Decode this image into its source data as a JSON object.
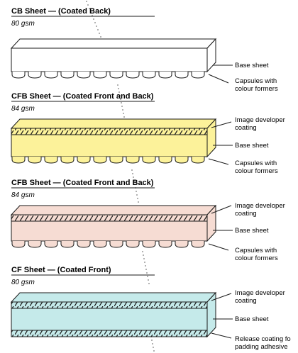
{
  "colors": {
    "cb_fill": "#ffffff",
    "cfb1_fill": "#fcf29a",
    "cfb2_fill": "#f6dcd3",
    "cf_fill": "#c5eaea",
    "outline": "#1a1a1a",
    "dots": "#9a9a9a"
  },
  "sheets": [
    {
      "title": "CB Sheet — (Coated Back)",
      "weight": "80 gsm",
      "labels": [
        "Base sheet",
        "Capsules with",
        "colour formers"
      ]
    },
    {
      "title": "CFB Sheet — (Coated Front and Back)",
      "weight": "84 gsm",
      "labels": [
        "Image developer",
        "coating",
        "Base sheet",
        "Capsules with",
        "colour formers"
      ]
    },
    {
      "title": "CFB Sheet — (Coated Front and Back)",
      "weight": "84 gsm",
      "labels": [
        "Image developer",
        "coating",
        "Base sheet",
        "Capsules with",
        "colour formers"
      ]
    },
    {
      "title": "CF Sheet — (Coated Front)",
      "weight": "80 gsm",
      "labels": [
        "Image developer",
        "coating",
        "Base sheet",
        "Release coating fo",
        "padding adhesive"
      ]
    }
  ]
}
